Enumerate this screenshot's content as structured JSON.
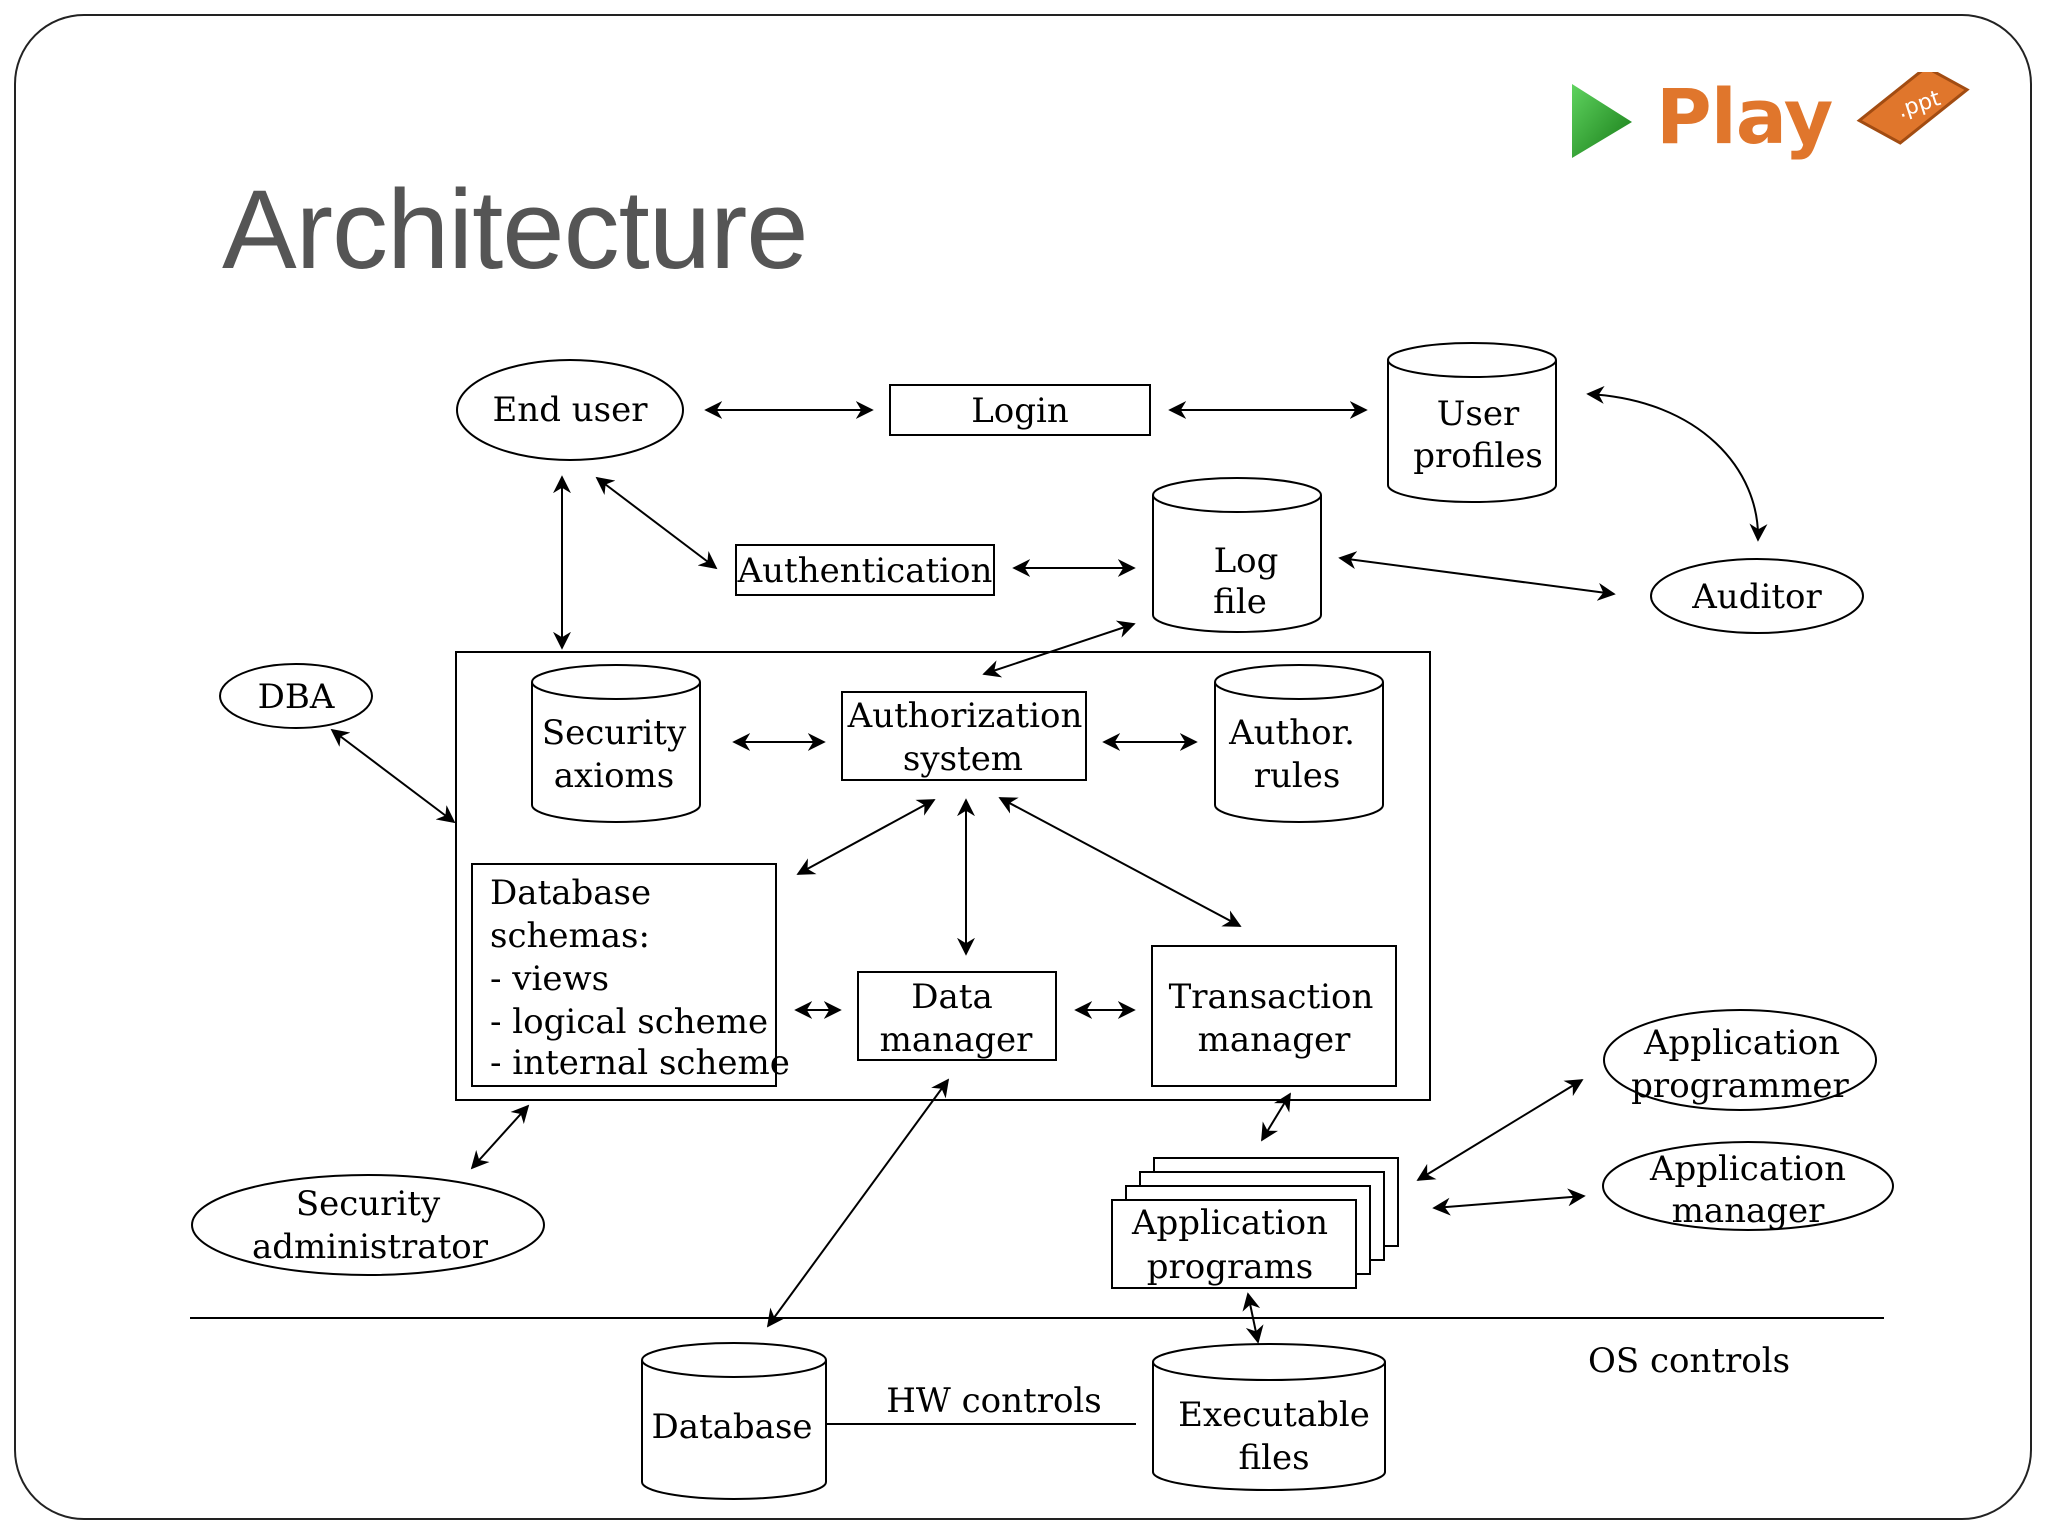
{
  "title": "Architecture",
  "logo": {
    "text": "Play",
    "badge_text": ".ppt",
    "colors": {
      "play_green": "#2aa52a",
      "brand_orange": "#e0762c"
    }
  },
  "nodes": {
    "end_user": "End user",
    "login": "Login",
    "user_profiles": [
      "User",
      "profiles"
    ],
    "authentication": "Authentication",
    "log_file": [
      "Log",
      "file"
    ],
    "auditor": "Auditor",
    "dba": "DBA",
    "security_axioms": [
      "Security",
      "axioms"
    ],
    "authorization_system": [
      "Authorization",
      "system"
    ],
    "author_rules": [
      "Author.",
      "rules"
    ],
    "database_schemas": [
      "Database",
      "schemas:",
      "- views",
      "- logical scheme",
      "- internal scheme"
    ],
    "data_manager": [
      "Data",
      "manager"
    ],
    "transaction_manager": [
      "Transaction",
      "manager"
    ],
    "application_programmer": [
      "Application",
      "programmer"
    ],
    "application_manager": [
      "Application",
      "manager"
    ],
    "application_programs": [
      "Application",
      "programs"
    ],
    "security_administrator": [
      "Security",
      "administrator"
    ],
    "database": "Database",
    "executable_files": [
      "Executable",
      "files"
    ]
  },
  "labels": {
    "hw_controls": "HW controls",
    "os_controls": "OS controls"
  }
}
